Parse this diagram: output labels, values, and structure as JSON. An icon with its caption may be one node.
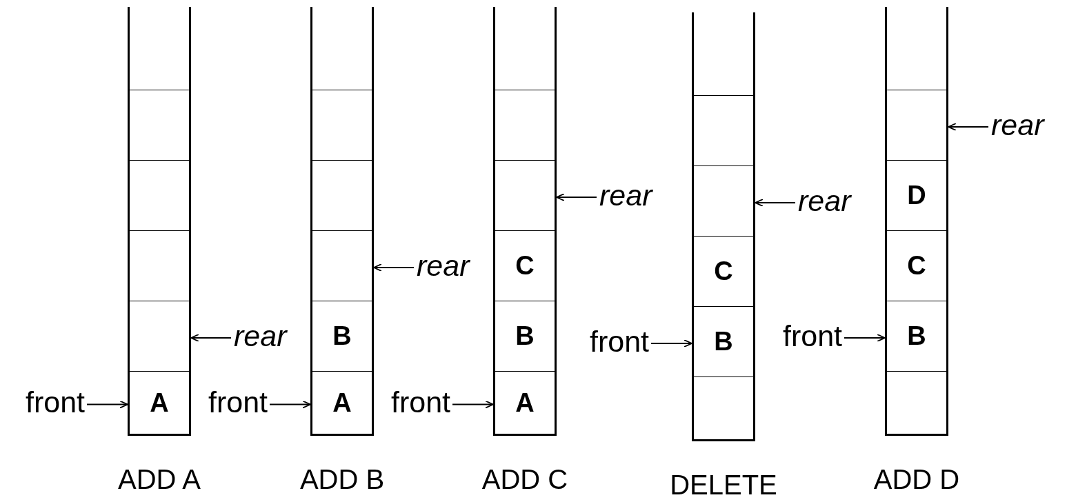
{
  "diagram": {
    "nodes": [
      {
        "text": [
          "ADD A"
        ]
      },
      {
        "text": [],
        "shape": "box",
        "in": 0
      },
      {
        "text": [],
        "shape": "box",
        "in": 0
      },
      {
        "text": [],
        "shape": "box",
        "in": 0
      },
      {
        "text": [],
        "shape": "box",
        "in": 0
      },
      {
        "text": [
          "A"
        ],
        "in": 0
      },
      {
        "text": [
          "front"
        ]
      },
      {
        "text": [
          "rear"
        ]
      },
      {
        "text": [
          "ADD B"
        ]
      },
      {
        "text": [],
        "shape": "box",
        "in": 8
      },
      {
        "text": [],
        "shape": "box",
        "in": 8
      },
      {
        "text": [],
        "shape": "box",
        "in": 8
      },
      {
        "text": [
          "B"
        ],
        "in": 8
      },
      {
        "text": [
          "A"
        ],
        "in": 8
      },
      {
        "text": [
          "front"
        ]
      },
      {
        "text": [
          "rear"
        ]
      },
      {
        "text": [
          "ADD C"
        ]
      },
      {
        "text": [],
        "shape": "box",
        "in": 16
      },
      {
        "text": [],
        "shape": "box",
        "in": 16
      },
      {
        "text": [
          "C"
        ],
        "in": 16
      },
      {
        "text": [
          "B"
        ],
        "in": 16
      },
      {
        "text": [
          "A"
        ],
        "in": 16
      },
      {
        "text": [
          "front"
        ]
      },
      {
        "text": [
          "rear"
        ]
      },
      {
        "text": [
          "DELETE"
        ]
      },
      {
        "text": [],
        "shape": "box",
        "in": 24
      },
      {
        "text": [],
        "shape": "box",
        "in": 24
      },
      {
        "text": [
          "C"
        ],
        "in": 24
      },
      {
        "text": [
          "B"
        ],
        "in": 24
      },
      {
        "text": [],
        "shape": "box",
        "in": 24
      },
      {
        "text": [
          "front"
        ]
      },
      {
        "text": [
          "rear"
        ]
      },
      {
        "text": [
          "ADD D"
        ]
      },
      {
        "text": [],
        "shape": "box",
        "in": 32
      },
      {
        "text": [
          "D"
        ],
        "in": 32
      },
      {
        "text": [
          "C"
        ],
        "in": 32
      },
      {
        "text": [
          "B"
        ],
        "in": 32
      },
      {
        "text": [],
        "shape": "box",
        "in": 32
      },
      {
        "text": [
          "front"
        ]
      },
      {
        "text": [
          "rear"
        ]
      }
    ],
    "edges": [
      {
        "from": 6,
        "to": 5,
        "arrow": "to"
      },
      {
        "from": 7,
        "to": 4,
        "arrow": "to"
      },
      {
        "from": 14,
        "to": 13,
        "arrow": "to"
      },
      {
        "from": 15,
        "to": 11,
        "arrow": "to"
      },
      {
        "from": 22,
        "to": 21,
        "arrow": "to"
      },
      {
        "from": 23,
        "to": 18,
        "arrow": "to"
      },
      {
        "from": 30,
        "to": 28,
        "arrow": "to"
      },
      {
        "from": 31,
        "to": 26,
        "arrow": "to"
      },
      {
        "from": 38,
        "to": 36,
        "arrow": "to"
      },
      {
        "from": 39,
        "to": 33,
        "arrow": "to"
      }
    ]
  }
}
